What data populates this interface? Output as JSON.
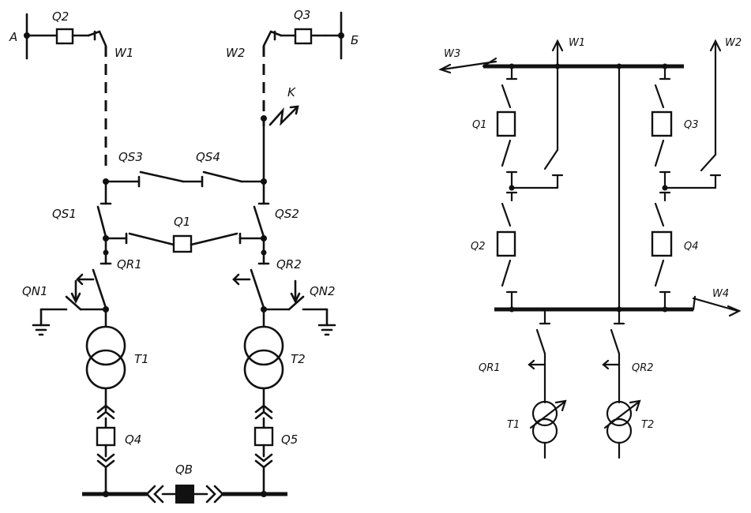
{
  "left_diagram": {
    "line_A": "А",
    "line_B": "Б",
    "breaker_Q2": "Q2",
    "breaker_Q3": "Q3",
    "line_W1": "W1",
    "line_W2": "W2",
    "fault_K": "K",
    "disconnector_QS3": "QS3",
    "disconnector_QS4": "QS4",
    "disconnector_QS1": "QS1",
    "disconnector_QS2": "QS2",
    "breaker_Q1": "Q1",
    "separator_QR1": "QR1",
    "separator_QR2": "QR2",
    "earthing_QN1": "QN1",
    "earthing_QN2": "QN2",
    "transformer_T1": "T1",
    "transformer_T2": "T2",
    "breaker_Q4": "Q4",
    "breaker_Q5": "Q5",
    "bus_breaker_QB": "QB"
  },
  "right_diagram": {
    "line_W3": "W3",
    "line_W1": "W1",
    "line_W2": "W2",
    "line_W4": "W4",
    "breaker_Q1": "Q1",
    "breaker_Q2": "Q2",
    "breaker_Q3": "Q3",
    "breaker_Q4": "Q4",
    "separator_QR1": "QR1",
    "separator_QR2": "QR2",
    "transformer_T1": "T1",
    "transformer_T2": "T2"
  }
}
